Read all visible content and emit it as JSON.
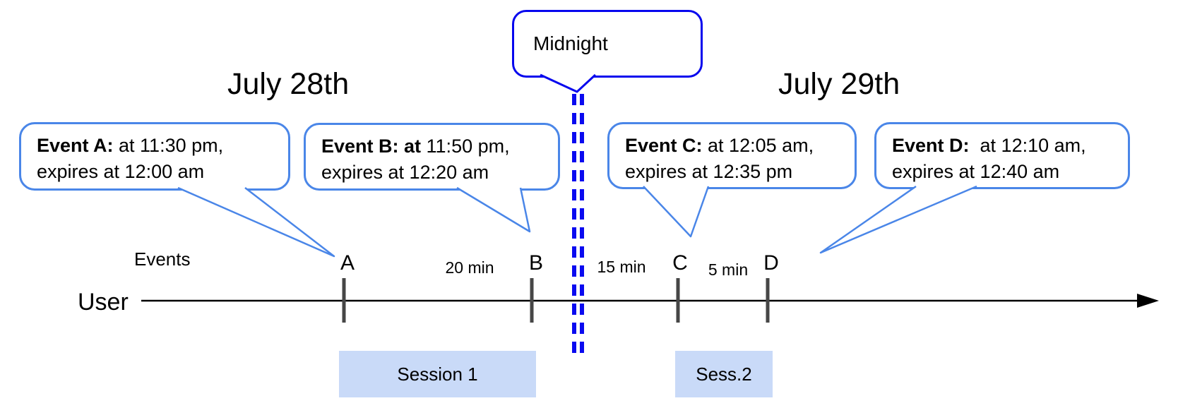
{
  "title_dates": {
    "left": "July 28th",
    "right": "July 29th"
  },
  "midnight_callout": {
    "label": "Midnight"
  },
  "event_callouts": [
    {
      "bold": "Event A:",
      "time": " at 11:30 pm,",
      "expires": "expires at 12:00 am"
    },
    {
      "bold": "Event B: at",
      "time": " 11:50 pm,",
      "expires": "expires at 12:20 am"
    },
    {
      "bold": "Event C:",
      "time": " at 12:05 am,",
      "expires": "expires at 12:35 pm"
    },
    {
      "bold": "Event D:",
      "time": "  at 12:10 am,",
      "expires": "expires at 12:40 am"
    }
  ],
  "timeline": {
    "row_label_events": "Events",
    "row_label_user": "User",
    "markers": [
      "A",
      "B",
      "C",
      "D"
    ],
    "intervals": [
      "20 min",
      "15 min",
      "5 min"
    ]
  },
  "sessions": [
    {
      "label": "Session 1"
    },
    {
      "label": "Sess.2"
    }
  ],
  "colors": {
    "event_callout_border": "#4a86e8",
    "midnight_blue": "#0707ee",
    "session_fill": "#c9daf8",
    "tick_gray": "#464646",
    "timeline_black": "#000000"
  }
}
